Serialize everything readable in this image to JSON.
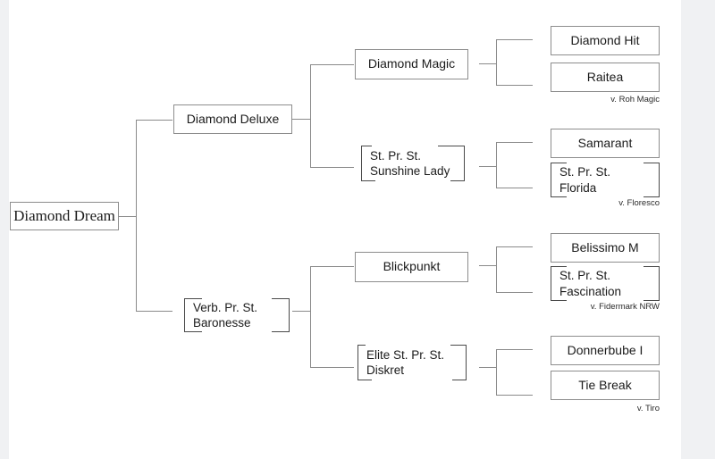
{
  "canvas": {
    "background": "#ffffff",
    "page_background": "#f0f1f3",
    "line_color": "#8a8a8a",
    "border_color": "#8d8d8d",
    "text_color": "#1b1b1b"
  },
  "chart_data": {
    "type": "diagram",
    "diagram_kind": "pedigree-tree",
    "title": "Diamond Dream",
    "orientation": "left-to-right",
    "generations": 4
  },
  "nodes": {
    "root": {
      "name": "Diamond Dream"
    },
    "gen2": {
      "sire": {
        "name": "Diamond Deluxe"
      },
      "dam": {
        "line1": "Verb. Pr. St.",
        "line2": "Baronesse"
      }
    },
    "gen3": {
      "a": {
        "name": "Diamond Magic"
      },
      "b": {
        "line1": "St. Pr. St.",
        "line2": "Sunshine Lady"
      },
      "c": {
        "name": "Blickpunkt"
      },
      "d": {
        "line1": "Elite St. Pr. St.",
        "line2": "Diskret"
      }
    },
    "gen4": {
      "a1": {
        "name": "Diamond Hit"
      },
      "a2": {
        "name": "Raitea"
      },
      "a_note": "v. Roh Magic",
      "b1": {
        "name": "Samarant"
      },
      "b2": {
        "line1": "St. Pr. St.",
        "line2": "Florida"
      },
      "b_note": "v. Floresco",
      "c1": {
        "name": "Belissimo M"
      },
      "c2": {
        "line1": "St. Pr. St.",
        "line2": "Fascination"
      },
      "c_note": "v. Fidermark NRW",
      "d1": {
        "name": "Donnerbube I"
      },
      "d2": {
        "name": "Tie Break"
      },
      "d_note": "v. Tiro"
    }
  }
}
